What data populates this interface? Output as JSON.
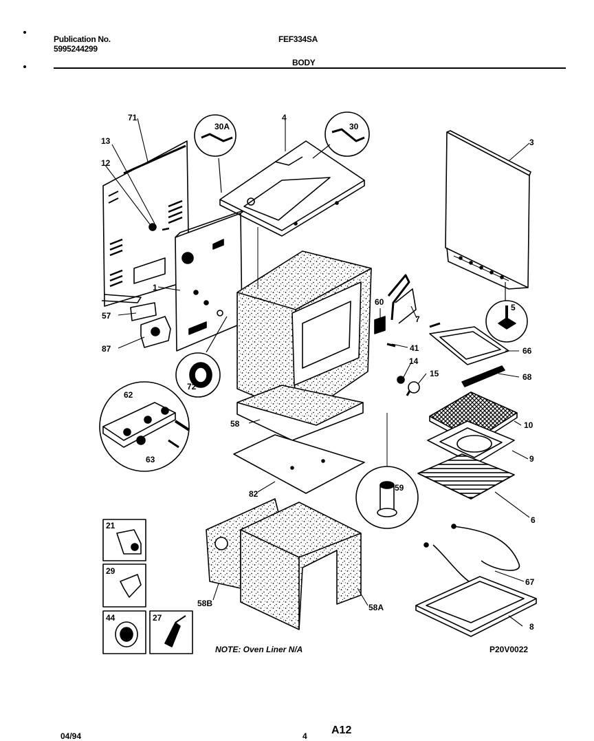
{
  "header": {
    "publication_label": "Publication No.",
    "publication_number": "5995244299",
    "model": "FEF334SA",
    "section": "BODY"
  },
  "callouts": {
    "c71": "71",
    "c13": "13",
    "c12": "12",
    "c1": "1",
    "c57": "57",
    "c87": "87",
    "c30a": "30A",
    "c4": "4",
    "c30": "30",
    "c3": "3",
    "c5": "5",
    "c60": "60",
    "c7": "7",
    "c41": "41",
    "c14": "14",
    "c15": "15",
    "c66": "66",
    "c68": "68",
    "c10": "10",
    "c9": "9",
    "c6": "6",
    "c72": "72",
    "c62": "62",
    "c63": "63",
    "c58": "58",
    "c82": "82",
    "c59": "59",
    "c67": "67",
    "c8": "8",
    "c58b": "58B",
    "c58a": "58A",
    "c21": "21",
    "c29": "29",
    "c44": "44",
    "c27": "27"
  },
  "footer": {
    "note": "NOTE: Oven Liner N/A",
    "drawing_code": "P20V0022",
    "date": "04/94",
    "page_id": "A12",
    "small_mark": "4"
  }
}
